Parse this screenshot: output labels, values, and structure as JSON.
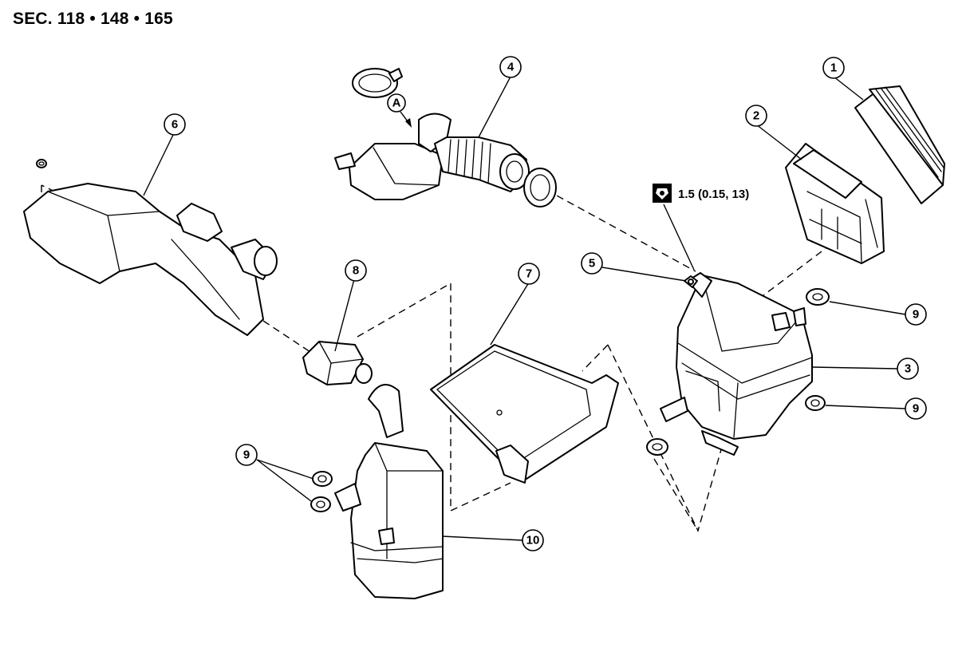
{
  "section_title": "SEC. 118 • 148 • 165",
  "torque_spec": "1.5 (0.15, 13)",
  "torque_icon": "torque-wrench-icon",
  "view_marker": "A",
  "callouts": {
    "c1": "1",
    "c2": "2",
    "c3": "3",
    "c4": "4",
    "c5": "5",
    "c6": "6",
    "c7": "7",
    "c8": "8",
    "c9a": "9",
    "c9b": "9",
    "c9c": "9",
    "c10": "10"
  }
}
